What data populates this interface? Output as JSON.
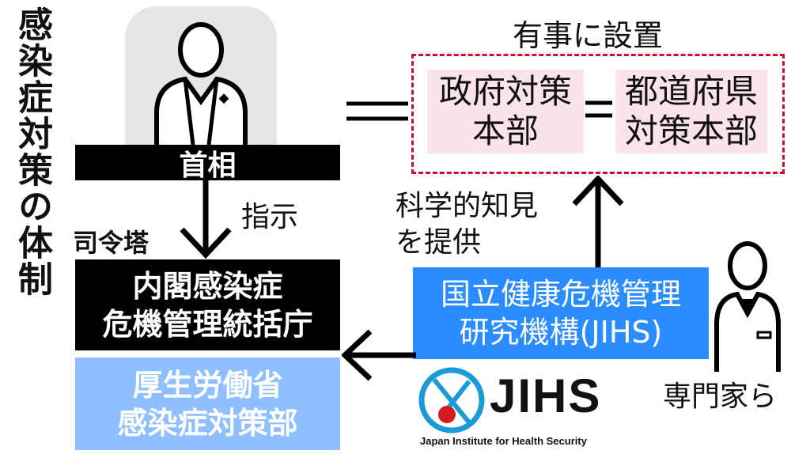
{
  "title": "感染症対策の体制",
  "pm": {
    "label": "首相"
  },
  "arrow_labels": {
    "instruction": "指示",
    "control_tower": "司令塔",
    "science_line1": "科学的知見",
    "science_line2": "を提供"
  },
  "cabinet_agency": {
    "line1": "内閣感染症",
    "line2": "危機管理統括庁"
  },
  "mhlw_dept": {
    "line1": "厚生労働省",
    "line2": "感染症対策部"
  },
  "emergency": {
    "label": "有事に設置"
  },
  "gov_hq": {
    "line1": "政府対策",
    "line2": "本部"
  },
  "pref_hq": {
    "line1": "都道府県",
    "line2": "対策本部"
  },
  "jihs": {
    "line1": "国立健康危機管理",
    "line2": "研究機構(JIHS)",
    "logo_text": "JIHS",
    "logo_subtitle": "Japan Institute for Health Security"
  },
  "experts": {
    "label": "専門家ら"
  },
  "colors": {
    "black": "#000000",
    "pink": "#fbe3ee",
    "blue": "#2a8cff",
    "lightblue": "#8fbfff",
    "red_dash": "#c8102e"
  },
  "icons": [
    "person-icon",
    "doctor-icon",
    "jihs-logo-icon",
    "arrow-down-icon",
    "arrow-up-icon",
    "arrow-left-icon"
  ]
}
